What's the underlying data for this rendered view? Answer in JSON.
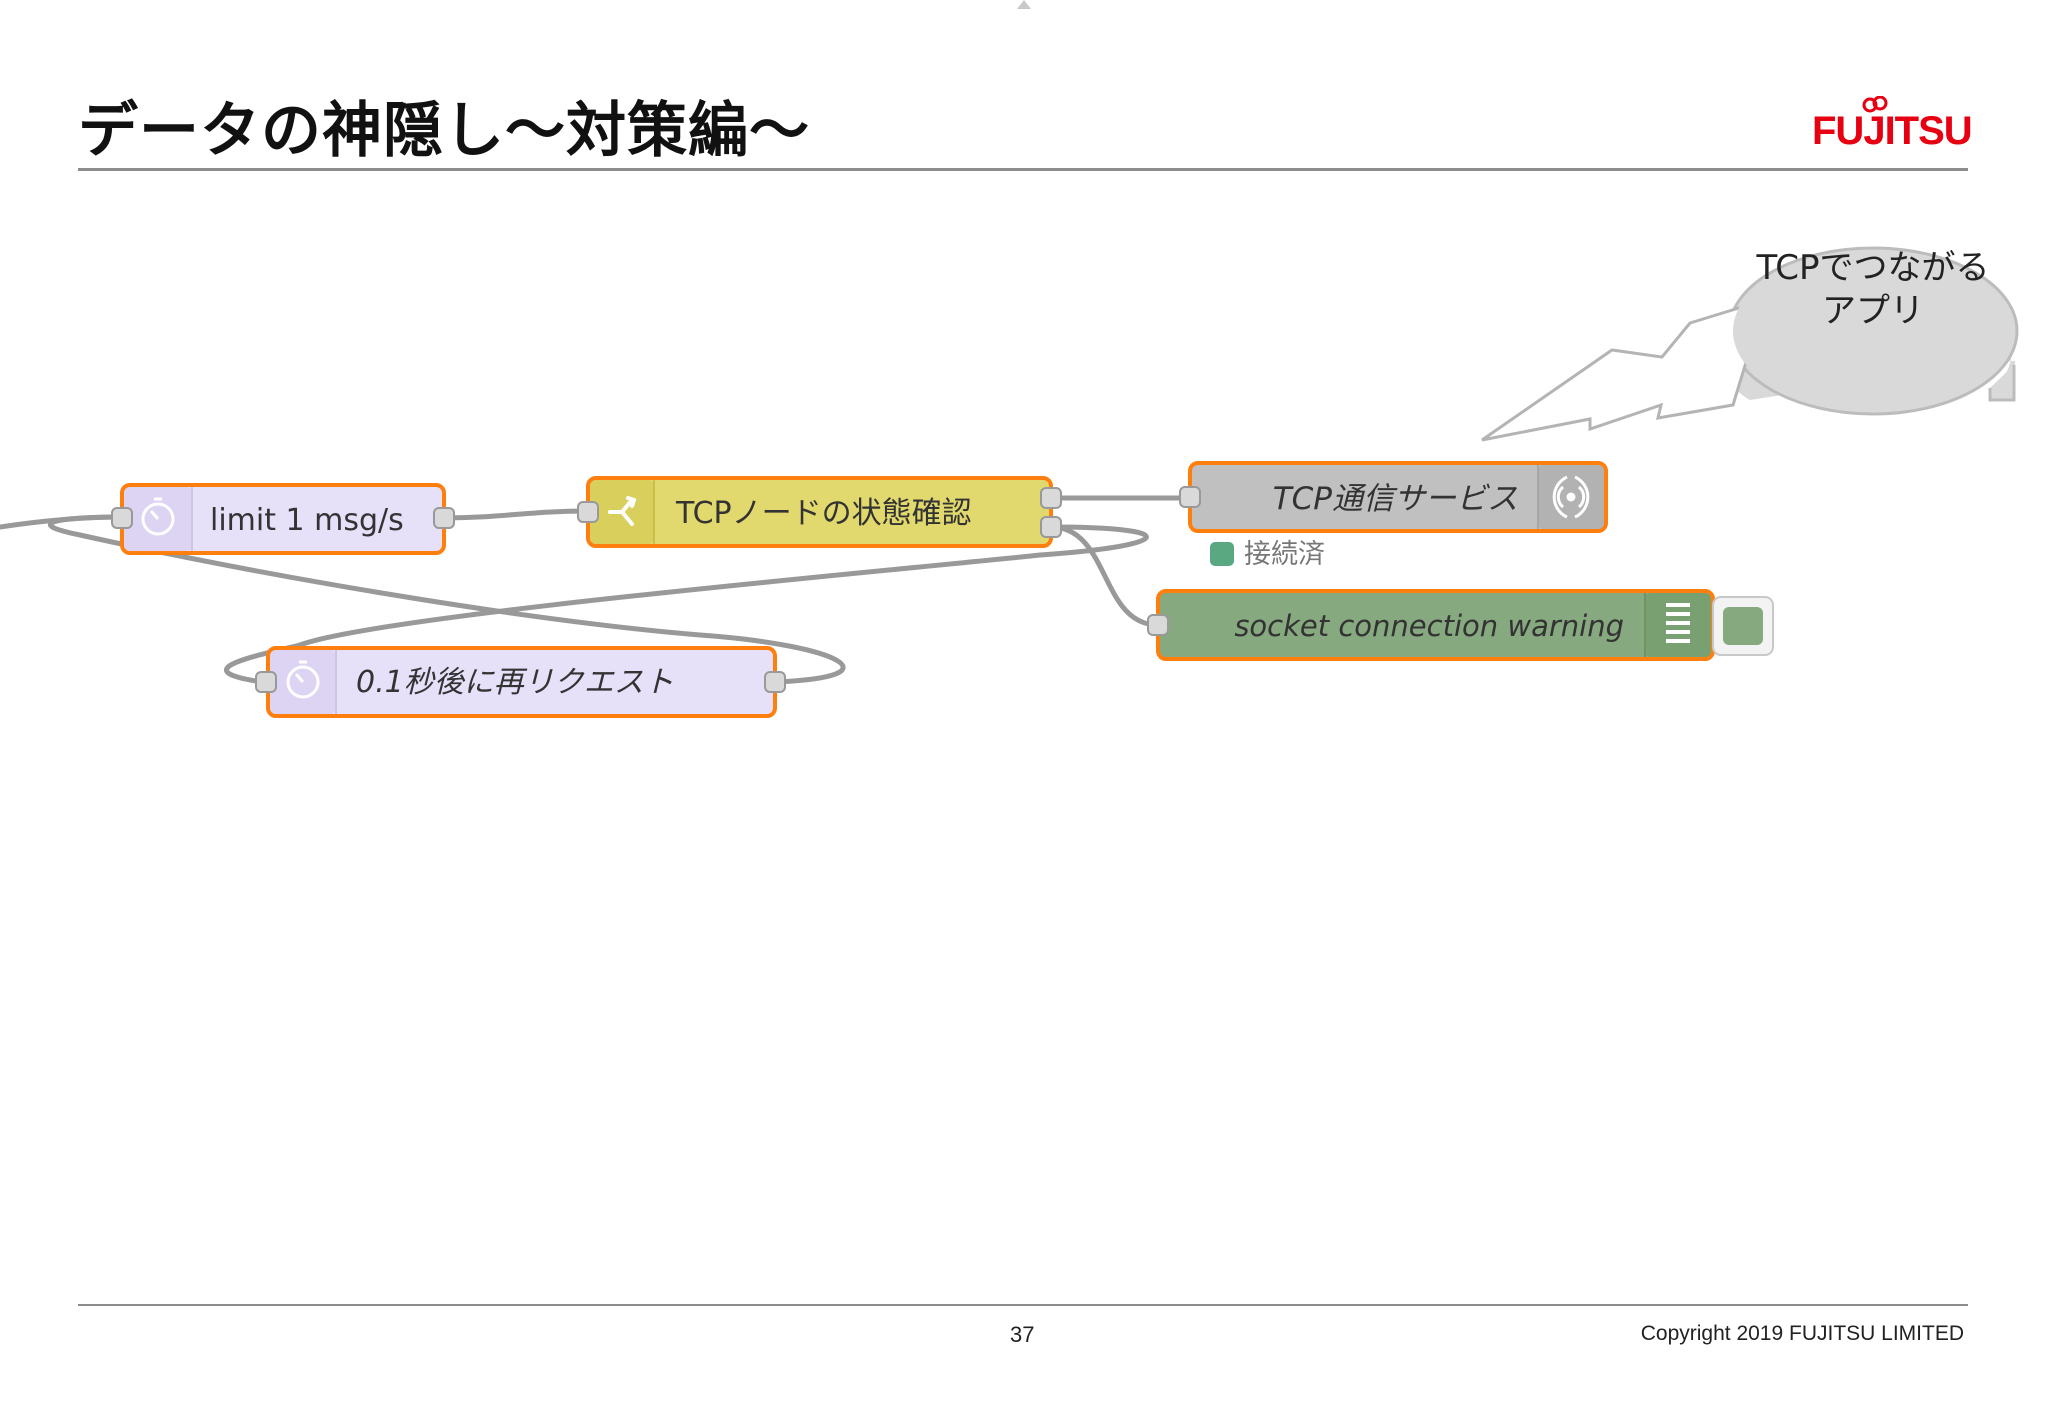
{
  "slide": {
    "title": "データの神隠し〜対策編〜",
    "logo_text": "FUJITSU",
    "page_number": "37",
    "copyright": "Copyright 2019 FUJITSU LIMITED"
  },
  "callout": {
    "line1": "TCPでつながる",
    "line2": "アプリ"
  },
  "flow": {
    "nodes": {
      "limit": {
        "label": "limit 1 msg/s",
        "icon": "timer-icon"
      },
      "switch": {
        "label": "TCPノードの状態確認",
        "icon": "switch-icon"
      },
      "tcp_out": {
        "label": "TCP通信サービス",
        "icon": "tcp-icon"
      },
      "delay": {
        "label": "0.1秒後に再リクエスト",
        "icon": "timer-icon"
      },
      "debug": {
        "label": "socket connection warning",
        "icon": "debug-list-icon"
      }
    },
    "status": {
      "text": "接続済",
      "color": "#5aa881"
    }
  },
  "colors": {
    "node_border_selected": "#ff7f0e",
    "delay_fill": "#e6e0f8",
    "switch_fill": "#e2d96e",
    "tcp_fill": "#c0c0c0",
    "debug_fill": "#87a980",
    "wire": "#999999"
  }
}
